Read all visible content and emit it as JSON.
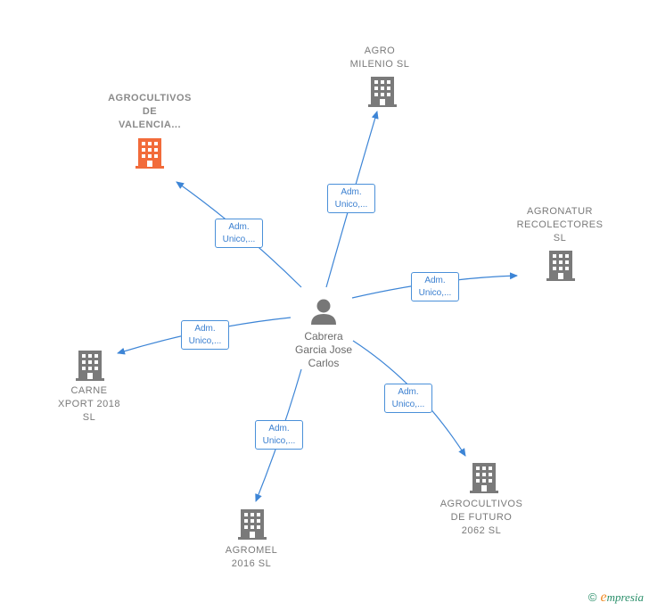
{
  "colors": {
    "edge": "#3d85d6",
    "building": "#7a7a7a",
    "building_highlight": "#f26b3a",
    "person": "#777777"
  },
  "center": {
    "name": "Cabrera\nGarcia Jose\nCarlos",
    "icon": "person-icon"
  },
  "companies": [
    {
      "id": "agrocultivos-valencia",
      "label": "AGROCULTIVOS\nDE\nVALENCIA...",
      "highlight": true
    },
    {
      "id": "agro-milenio",
      "label": "AGRO\nMILENIO  SL",
      "highlight": false
    },
    {
      "id": "agronatur",
      "label": "AGRONATUR\nRECOLECTORES\nSL",
      "highlight": false
    },
    {
      "id": "carne-xport",
      "label": "CARNE\nXPORT 2018\nSL",
      "highlight": false
    },
    {
      "id": "agromel",
      "label": "AGROMEL\n2016  SL",
      "highlight": false
    },
    {
      "id": "agrocultivos-futuro",
      "label": "AGROCULTIVOS\nDE FUTURO\n2062  SL",
      "highlight": false
    }
  ],
  "edge_labels": [
    "Adm.\nUnico,...",
    "Adm.\nUnico,...",
    "Adm.\nUnico,...",
    "Adm.\nUnico,...",
    "Adm.\nUnico,...",
    "Adm.\nUnico,..."
  ],
  "footer": {
    "copyright": "©",
    "brand_initial": "e",
    "brand_rest": "mpresia"
  }
}
